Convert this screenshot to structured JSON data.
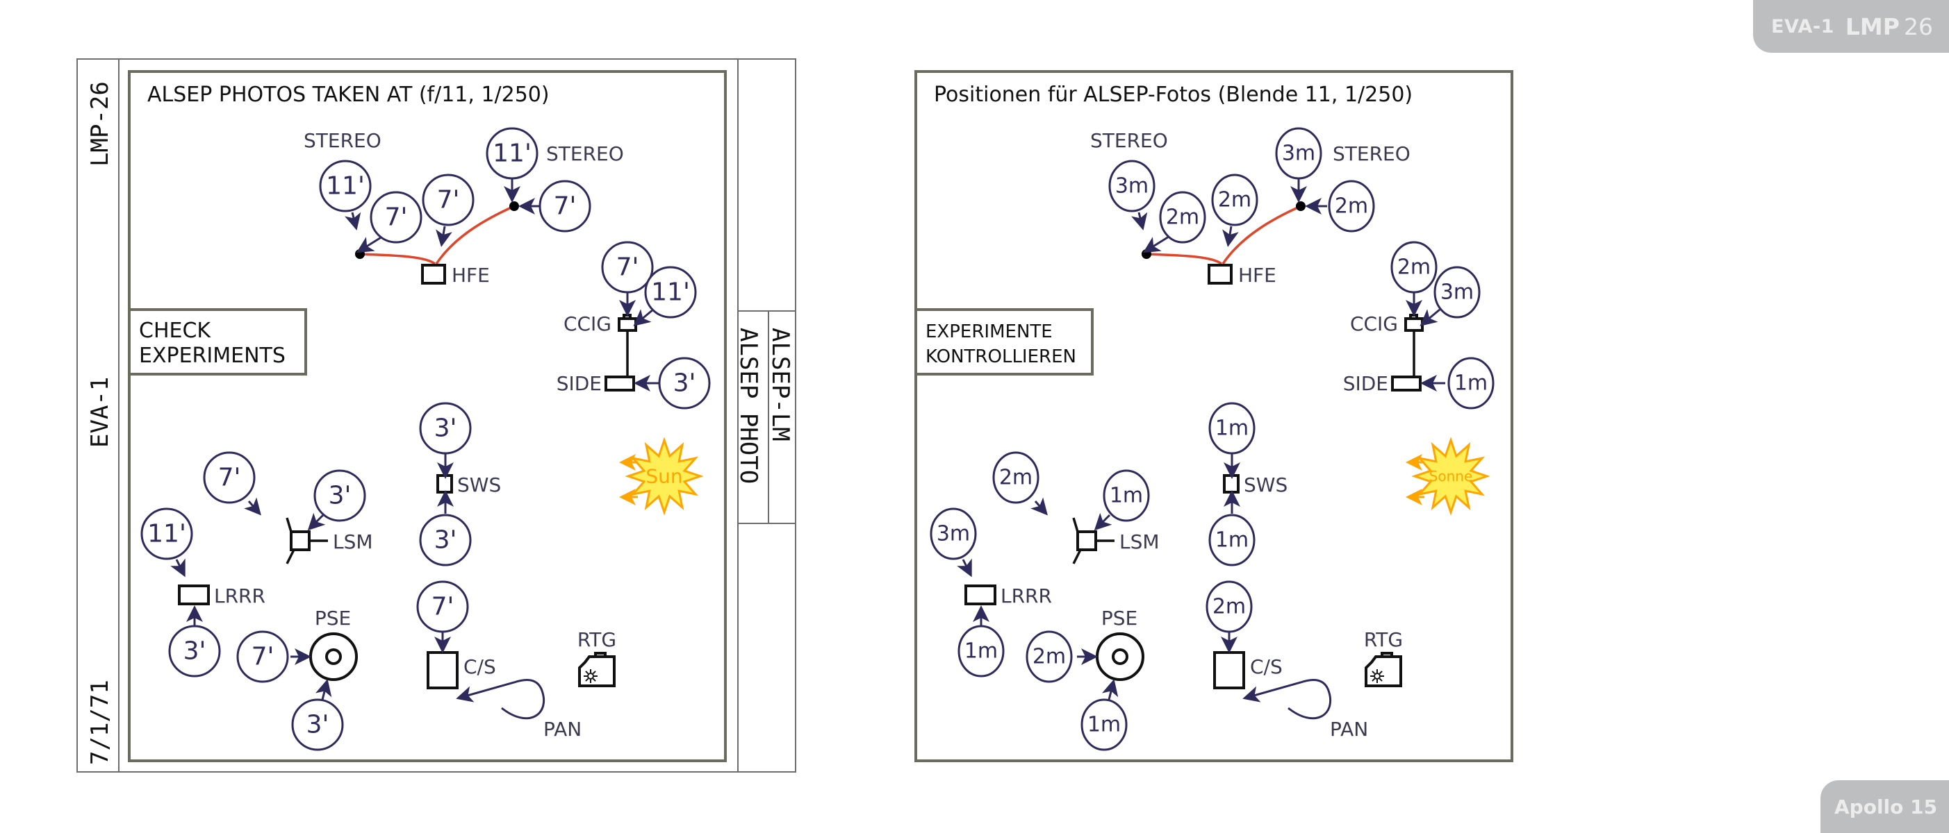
{
  "page_tabs": {
    "top": {
      "eva": "EVA-1",
      "lmp": "LMP",
      "page": "26"
    },
    "bottom": "Apollo 15"
  },
  "colors": {
    "distance_circle": "#2f2a5c",
    "label": "#3a3950",
    "cable": "#e0462a",
    "sun_fill": "#ffee55",
    "sun_stroke": "#ffa500",
    "frame": "#6b6b5f",
    "tab_bg": "#bdbebf"
  },
  "left_card": {
    "stamps": {
      "top": "LMP-26",
      "middle": "EVA-1",
      "bottom": "7/1/71"
    },
    "side_tab": {
      "line1": "ALSEP-LM",
      "line2": "ALSEP PHOTO"
    },
    "title": "ALSEP PHOTOS TAKEN AT (f/11, 1/250)",
    "instruction": {
      "line1": "CHECK",
      "line2": "EXPERIMENTS"
    },
    "sun_label": "Sun",
    "distances": [
      "11'",
      "7'",
      "7'",
      "11'",
      "7'",
      "7'",
      "11'",
      "3'",
      "3'",
      "3'",
      "7'",
      "3'",
      "11'",
      "3'",
      "7'",
      "3'",
      "7'"
    ]
  },
  "right_card": {
    "title": "Positionen für ALSEP-Fotos (Blende 11, 1/250)",
    "instruction": {
      "line1": "EXPERIMENTE",
      "line2": "KONTROLLIEREN"
    },
    "sun_label": "Sonne",
    "distances": [
      "3m",
      "2m",
      "2m",
      "3m",
      "2m",
      "2m",
      "3m",
      "1m",
      "1m",
      "1m",
      "2m",
      "1m",
      "3m",
      "1m",
      "2m",
      "1m",
      "2m"
    ]
  },
  "instruments": {
    "stereo_left": "STEREO",
    "stereo_right": "STEREO",
    "hfe": "HFE",
    "ccig": "CCIG",
    "side": "SIDE",
    "sws": "SWS",
    "lsm": "LSM",
    "lrrr": "LRRR",
    "pse": "PSE",
    "cs": "C/S",
    "rtg": "RTG",
    "pan": "PAN"
  }
}
